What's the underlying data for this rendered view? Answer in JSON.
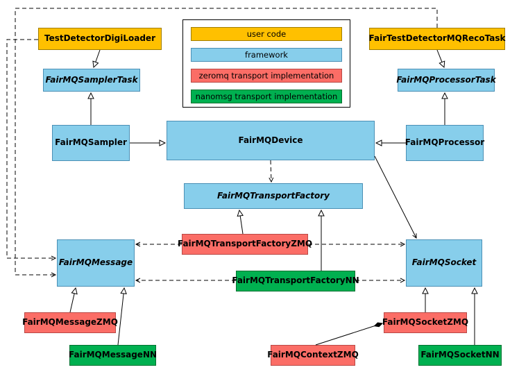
{
  "colors": {
    "user": "#ffc000",
    "framework": "#87ceeb",
    "zmq": "#fb6d66",
    "nn": "#00b050"
  },
  "legend": {
    "items": [
      {
        "label": "user code",
        "category": "user"
      },
      {
        "label": "framework",
        "category": "framework"
      },
      {
        "label": "zeromq transport implementation",
        "category": "zmq"
      },
      {
        "label": "nanomsg transport implementation",
        "category": "nn"
      }
    ]
  },
  "nodes": [
    {
      "id": "TestDetectorDigiLoader",
      "label": "TestDetectorDigiLoader",
      "category": "user",
      "abstract": false
    },
    {
      "id": "FairTestDetectorMQRecoTask",
      "label": "FairTestDetectorMQRecoTask",
      "category": "user",
      "abstract": false
    },
    {
      "id": "FairMQSamplerTask",
      "label": "FairMQSamplerTask",
      "category": "framework",
      "abstract": true
    },
    {
      "id": "FairMQProcessorTask",
      "label": "FairMQProcessorTask",
      "category": "framework",
      "abstract": true
    },
    {
      "id": "FairMQSampler",
      "label": "FairMQSampler",
      "category": "framework",
      "abstract": false
    },
    {
      "id": "FairMQDevice",
      "label": "FairMQDevice",
      "category": "framework",
      "abstract": false
    },
    {
      "id": "FairMQProcessor",
      "label": "FairMQProcessor",
      "category": "framework",
      "abstract": false
    },
    {
      "id": "FairMQTransportFactory",
      "label": "FairMQTransportFactory",
      "category": "framework",
      "abstract": true
    },
    {
      "id": "FairMQTransportFactoryZMQ",
      "label": "FairMQTransportFactoryZMQ",
      "category": "zmq",
      "abstract": false
    },
    {
      "id": "FairMQTransportFactoryNN",
      "label": "FairMQTransportFactoryNN",
      "category": "nn",
      "abstract": false
    },
    {
      "id": "FairMQMessage",
      "label": "FairMQMessage",
      "category": "framework",
      "abstract": true
    },
    {
      "id": "FairMQSocket",
      "label": "FairMQSocket",
      "category": "framework",
      "abstract": true
    },
    {
      "id": "FairMQMessageZMQ",
      "label": "FairMQMessageZMQ",
      "category": "zmq",
      "abstract": false
    },
    {
      "id": "FairMQMessageNN",
      "label": "FairMQMessageNN",
      "category": "nn",
      "abstract": false
    },
    {
      "id": "FairMQSocketZMQ",
      "label": "FairMQSocketZMQ",
      "category": "zmq",
      "abstract": false
    },
    {
      "id": "FairMQContextZMQ",
      "label": "FairMQContextZMQ",
      "category": "zmq",
      "abstract": false
    },
    {
      "id": "FairMQSocketNN",
      "label": "FairMQSocketNN",
      "category": "nn",
      "abstract": false
    }
  ]
}
